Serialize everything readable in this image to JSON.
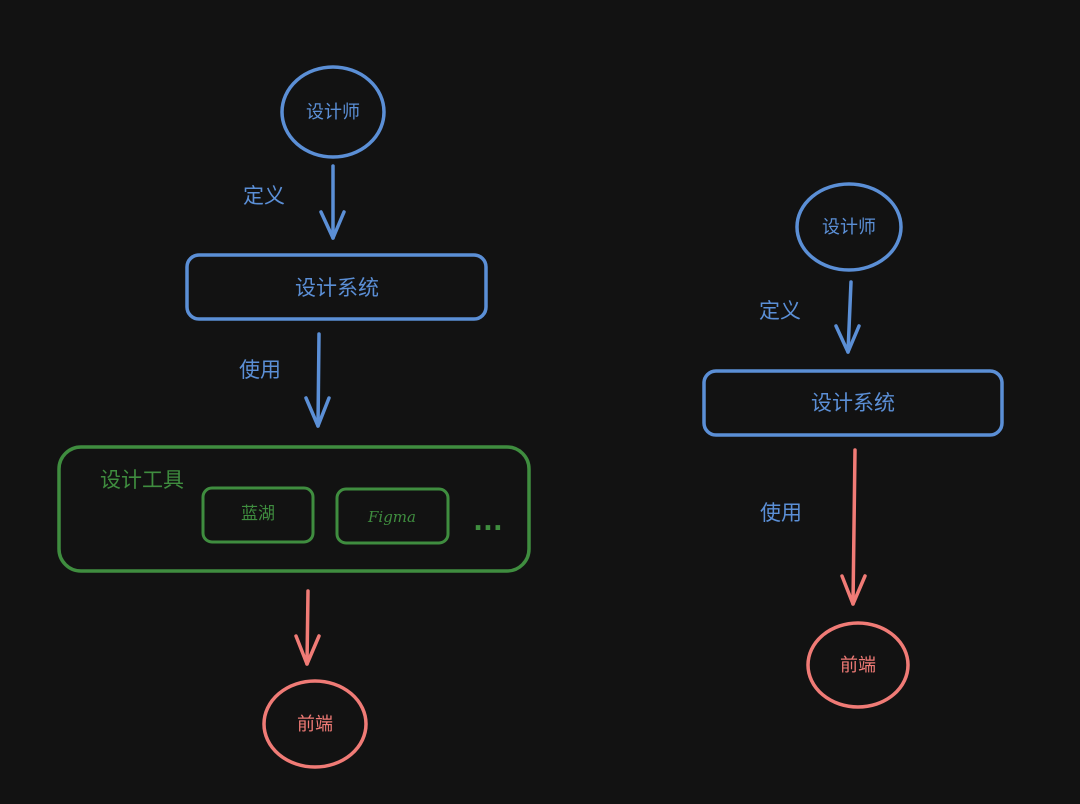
{
  "colors": {
    "background": "#121212",
    "blue": "#5b8fd6",
    "green": "#3f8d3f",
    "red": "#f07b76"
  },
  "left_flow": {
    "designer": "设计师",
    "define": "定义",
    "design_system": "设计系统",
    "use": "使用",
    "design_tools": {
      "title": "设计工具",
      "items": [
        "蓝湖",
        "Figma"
      ],
      "more": "..."
    },
    "frontend": "前端"
  },
  "right_flow": {
    "designer": "设计师",
    "define": "定义",
    "design_system": "设计系统",
    "use": "使用",
    "frontend": "前端"
  }
}
